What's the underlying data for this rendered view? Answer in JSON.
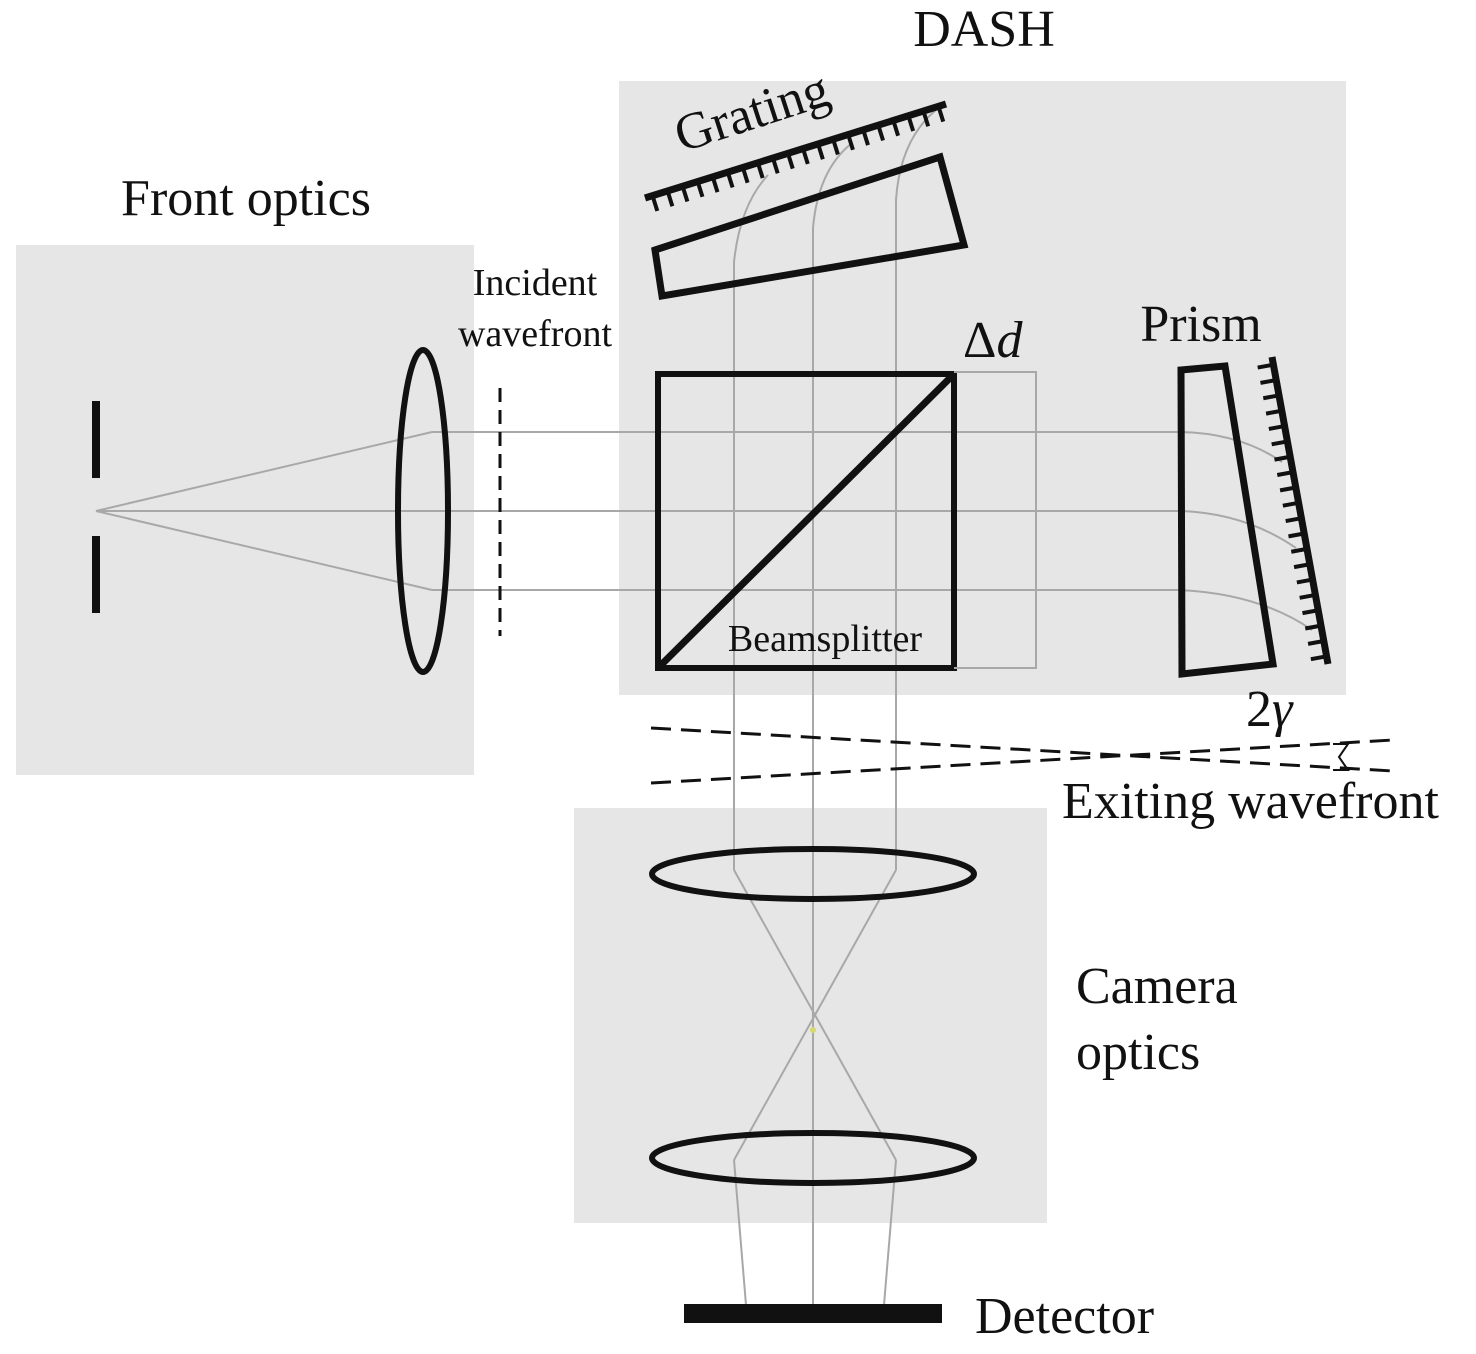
{
  "colors": {
    "panel": "#e6e6e6",
    "ink": "#111111",
    "ray": "#a8a8a8",
    "focus": "#d8d870",
    "background": "#ffffff"
  },
  "labels": {
    "dash": "DASH",
    "front_optics": "Front optics",
    "incident_line1": "Incident",
    "incident_line2": "wavefront",
    "grating": "Grating",
    "delta_d_symbol": "Δ",
    "delta_d_var": "d",
    "prism": "Prism",
    "beamsplitter": "Beamsplitter",
    "two_gamma_num": "2",
    "two_gamma_var": "γ",
    "exiting_wavefront": "Exiting wavefront",
    "camera_line1": "Camera",
    "camera_line2": "optics",
    "detector": "Detector"
  }
}
